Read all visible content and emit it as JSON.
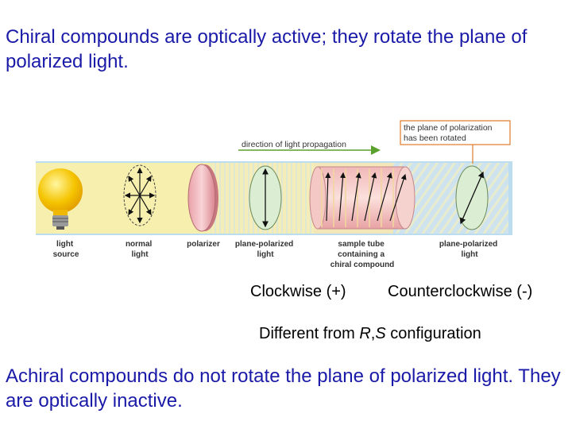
{
  "slide": {
    "intro": "Chiral compounds are optically active; they rotate the plane of polarized light.",
    "outro": "Achiral compounds do not rotate the plane of polarized light. They are optically inactive."
  },
  "figure": {
    "direction_label": "direction of light propagation",
    "callout_line1": "the plane of polarization",
    "callout_line2": "has been rotated",
    "labels": {
      "light_source": [
        "light",
        "source"
      ],
      "normal_light": [
        "normal",
        "light"
      ],
      "polarizer": [
        "polarizer"
      ],
      "plane_polarized_1": [
        "plane-polarized",
        "light"
      ],
      "sample_tube": [
        "sample tube",
        "containing a",
        "chiral compound"
      ],
      "plane_polarized_2": [
        "plane-polarized",
        "light"
      ]
    }
  },
  "rotation": {
    "clockwise": "Clockwise (+)",
    "counterclockwise": "Counterclockwise (-)",
    "note_prefix": "Different from ",
    "note_r": "R",
    "note_comma": ",",
    "note_s": "S",
    "note_suffix": " configuration"
  },
  "colors": {
    "text_blue": "#1a1aa8",
    "beam": "#f7efae",
    "beam_blue": "#bcdcef",
    "callout_border": "#e07a2a",
    "bulb": "#f5c400"
  }
}
